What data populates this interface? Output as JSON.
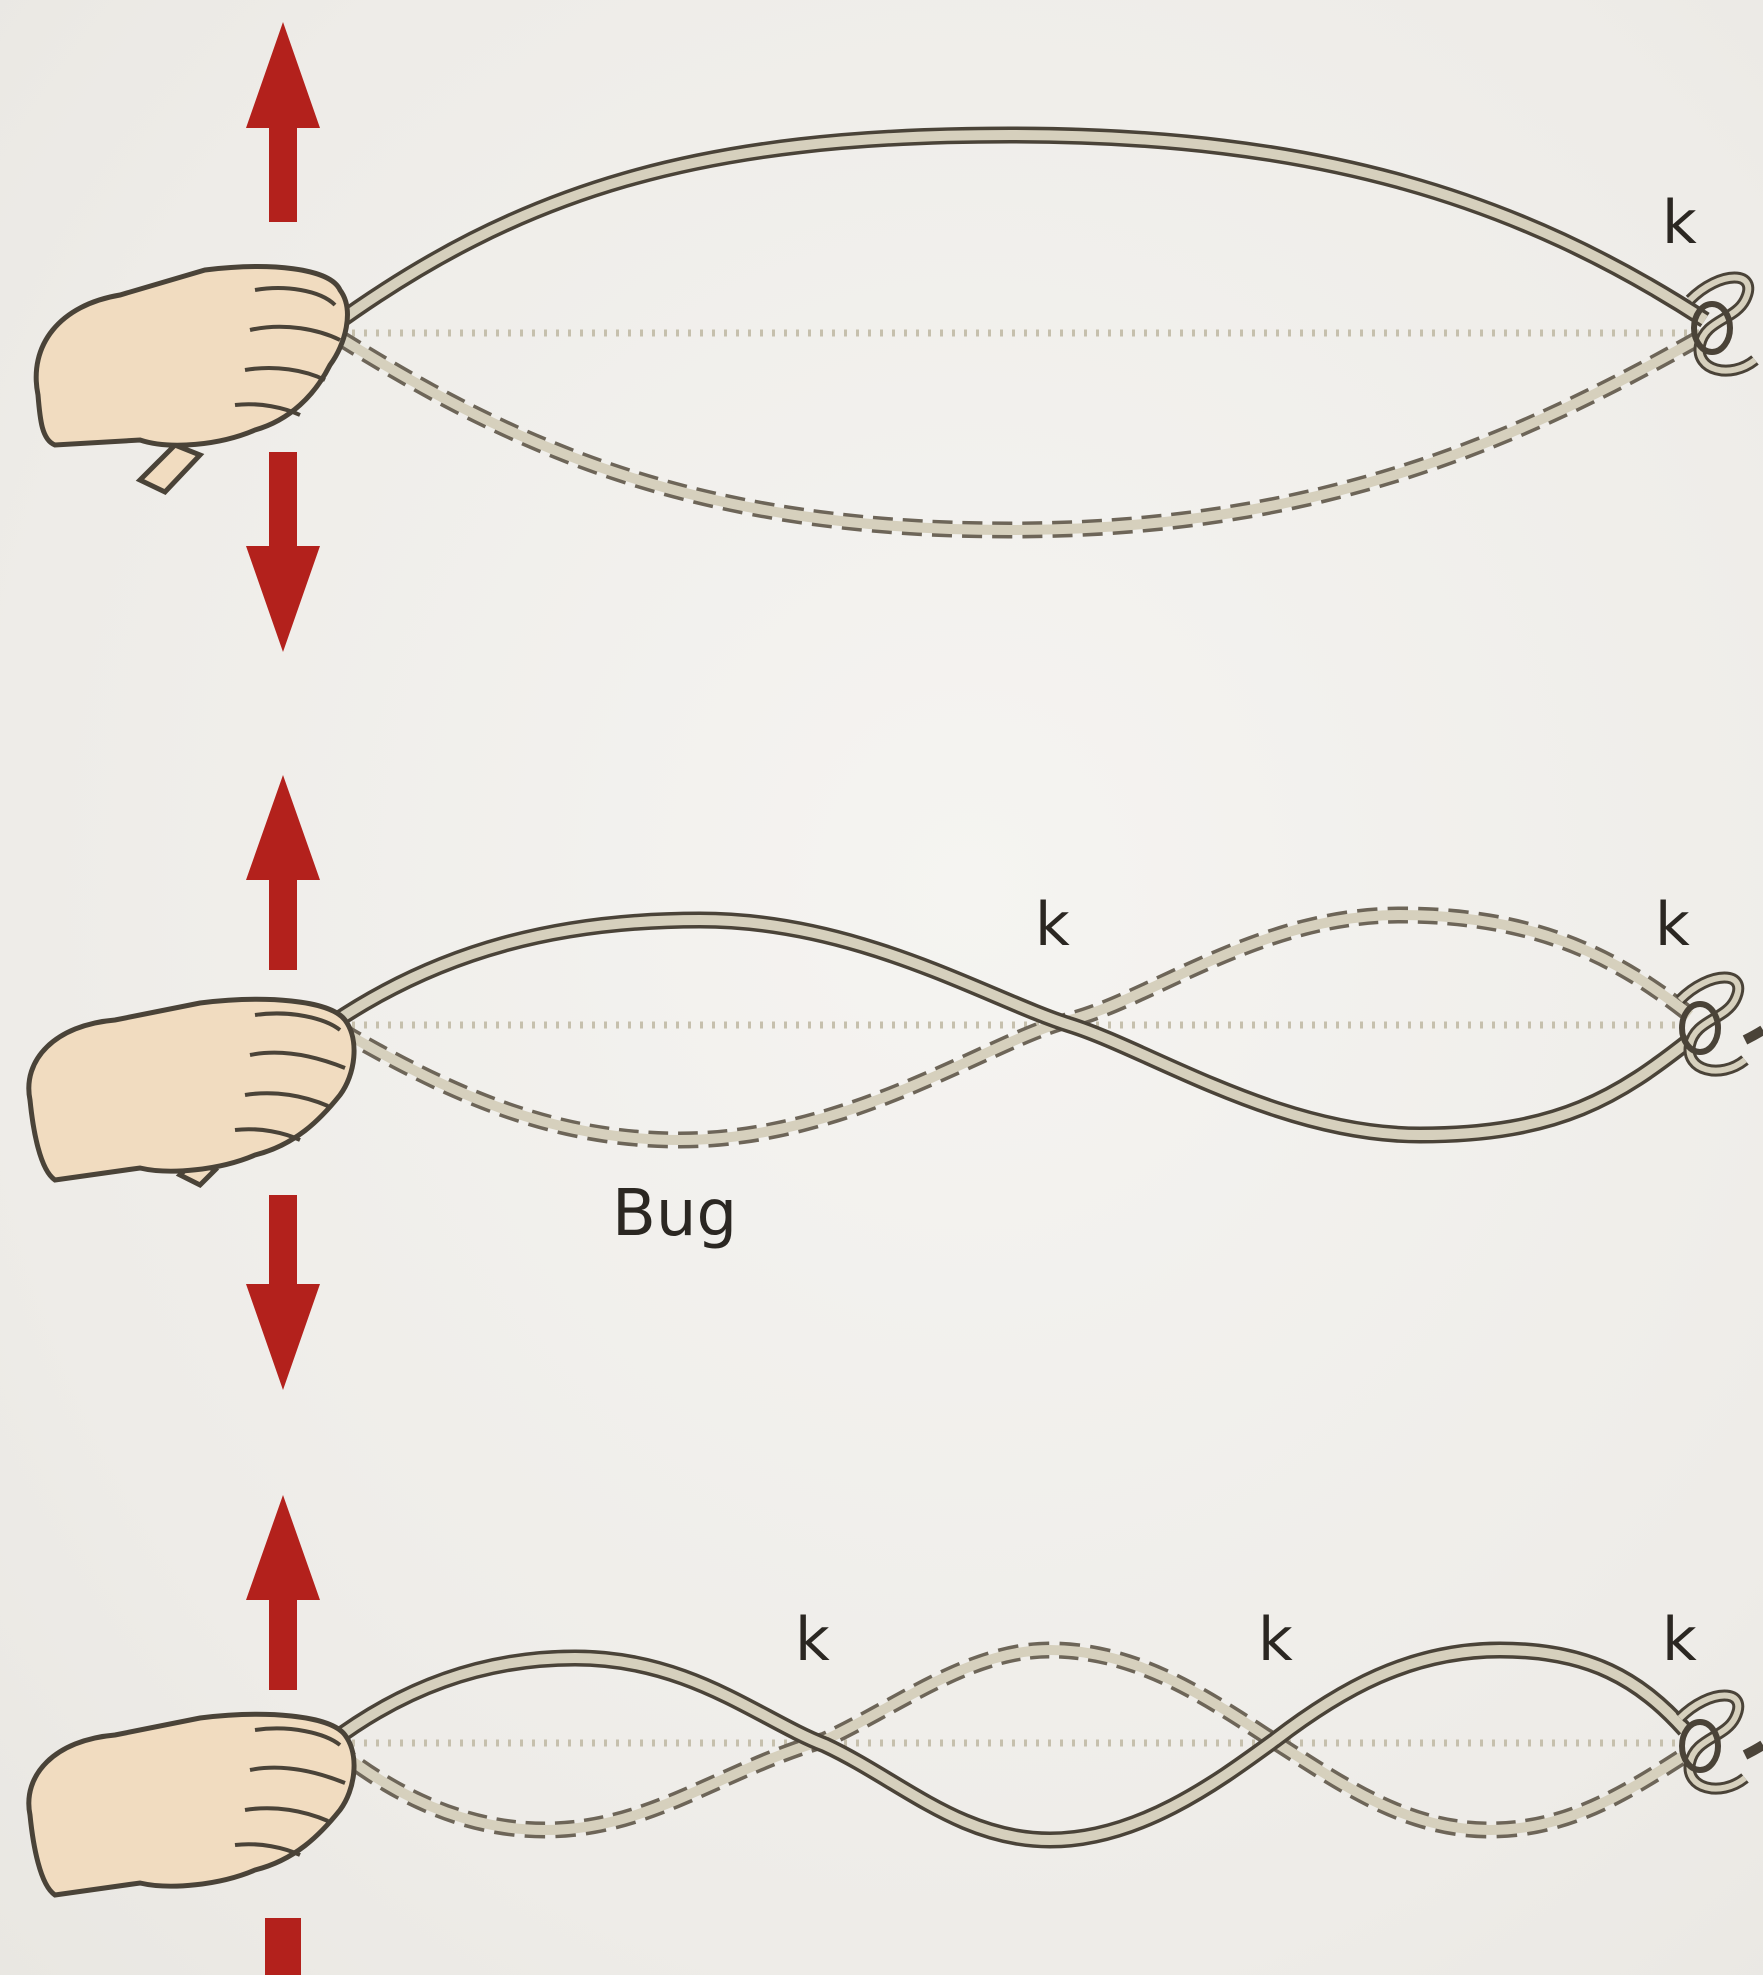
{
  "diagram": {
    "colors": {
      "background": "#f1efeb",
      "arrow": "#b3211c",
      "rope_fill": "#d6d0bd",
      "rope_outline": "#4a4338",
      "hand_fill": "#f1dcc0",
      "hand_outline": "#4a4338",
      "dotted_line": "#c6c0ad"
    },
    "icons": {
      "up_arrow": "arrow-up-icon",
      "down_arrow": "arrow-down-icon",
      "hand": "hand-icon",
      "knot": "knot-icon"
    },
    "panels": [
      {
        "loops": 1,
        "node_labels": [
          "k"
        ],
        "antinode_label": ""
      },
      {
        "loops": 2,
        "node_labels": [
          "k",
          "k"
        ],
        "antinode_label": "Bug"
      },
      {
        "loops": 3,
        "node_labels": [
          "k",
          "k",
          "k"
        ],
        "antinode_label": ""
      }
    ]
  }
}
